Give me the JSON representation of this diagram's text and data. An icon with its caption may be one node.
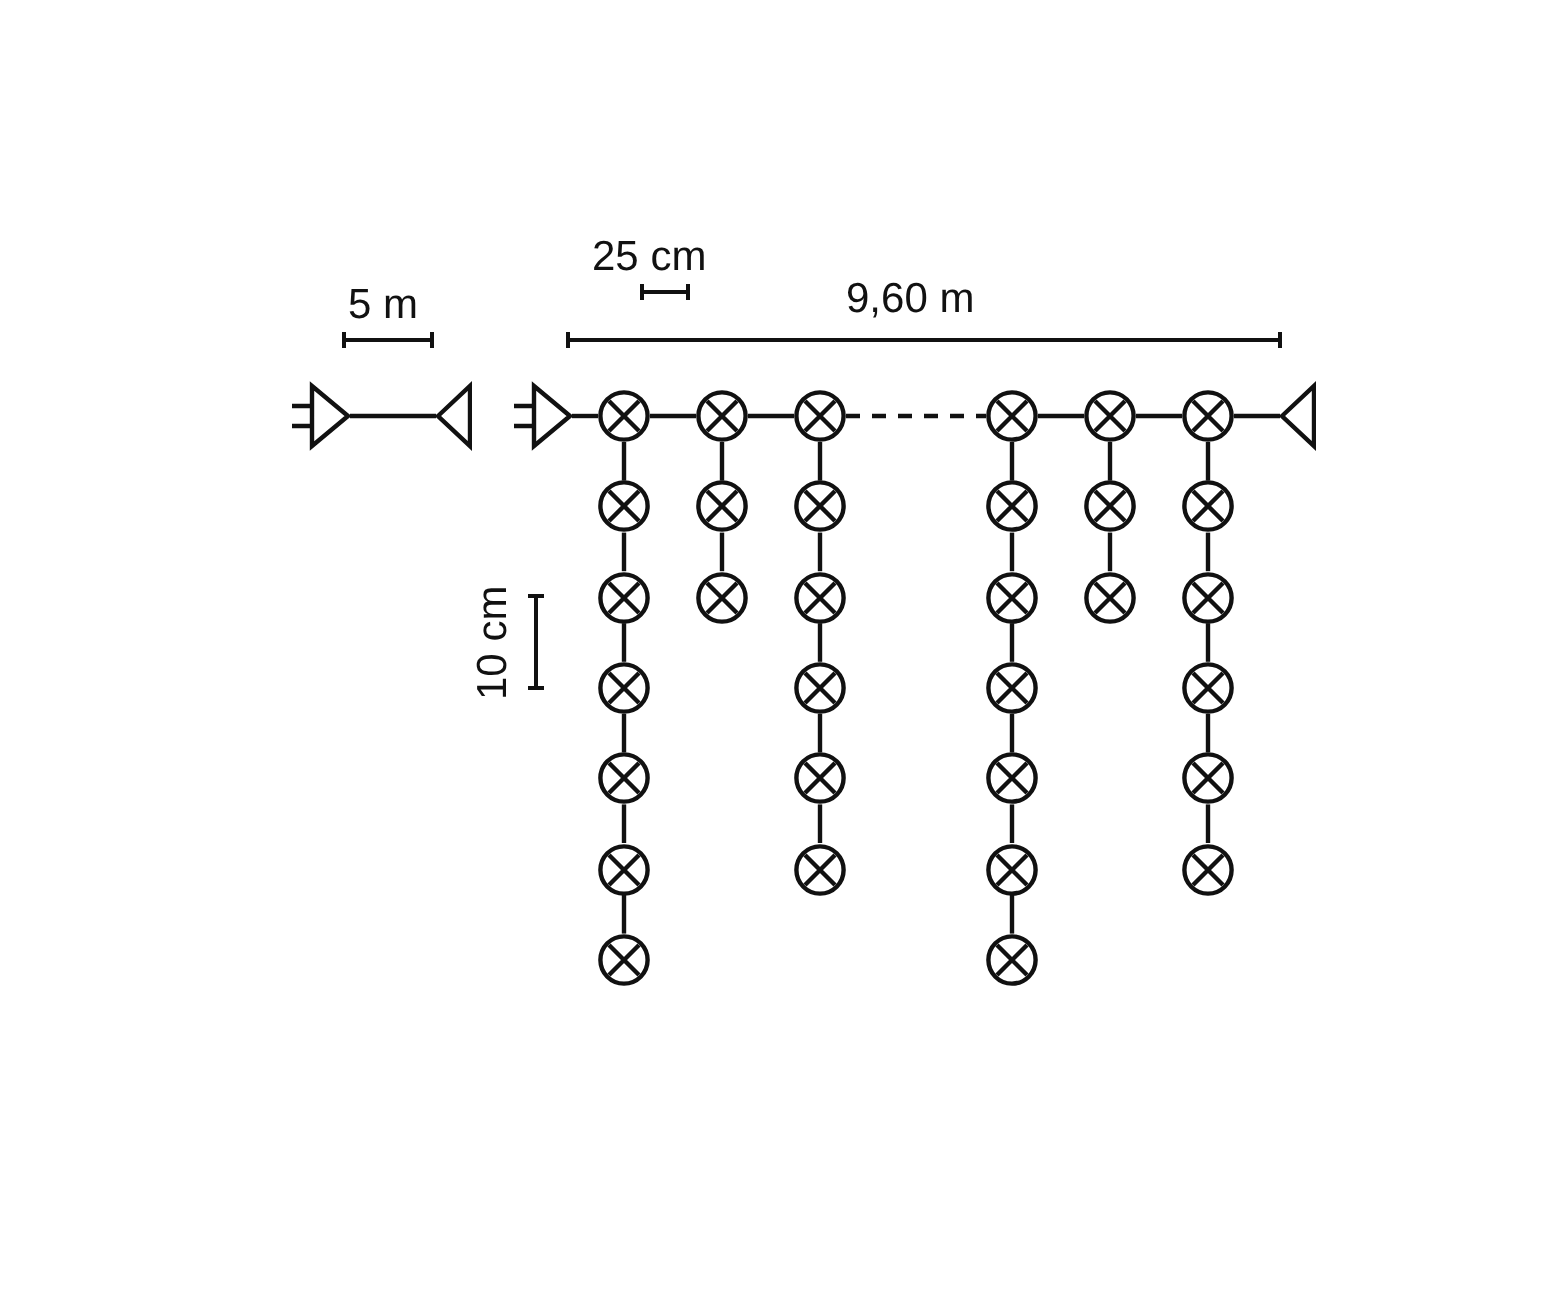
{
  "diagram": {
    "nodes": [
      {
        "text": [],
        "shape": "plug"
      },
      {
        "text": [],
        "shape": "socket"
      },
      {
        "text": [],
        "shape": "plug"
      },
      {
        "text": [],
        "shape": "circle"
      },
      {
        "text": [],
        "shape": "circle"
      },
      {
        "text": [],
        "shape": "circle"
      },
      {
        "text": [],
        "shape": "circle"
      },
      {
        "text": [],
        "shape": "circle"
      },
      {
        "text": [],
        "shape": "circle"
      },
      {
        "text": [],
        "shape": "circle"
      },
      {
        "text": [],
        "shape": "circle"
      },
      {
        "text": [],
        "shape": "circle"
      },
      {
        "text": [],
        "shape": "circle"
      },
      {
        "text": [],
        "shape": "circle"
      },
      {
        "text": [],
        "shape": "circle"
      },
      {
        "text": [],
        "shape": "circle"
      },
      {
        "text": [],
        "shape": "circle"
      },
      {
        "text": [],
        "shape": "circle"
      },
      {
        "text": [],
        "shape": "circle"
      },
      {
        "text": [],
        "shape": "circle"
      },
      {
        "text": [],
        "shape": "circle"
      },
      {
        "text": [],
        "shape": "circle"
      },
      {
        "text": [],
        "shape": "circle"
      },
      {
        "text": [],
        "shape": "circle"
      },
      {
        "text": [],
        "shape": "circle"
      },
      {
        "text": [],
        "shape": "circle"
      },
      {
        "text": [],
        "shape": "circle"
      },
      {
        "text": [],
        "shape": "circle"
      },
      {
        "text": [],
        "shape": "circle"
      },
      {
        "text": [],
        "shape": "circle"
      },
      {
        "text": [],
        "shape": "circle"
      },
      {
        "text": [],
        "shape": "circle"
      },
      {
        "text": [],
        "shape": "circle"
      },
      {
        "text": [],
        "shape": "circle"
      },
      {
        "text": [],
        "shape": "circle"
      },
      {
        "text": [],
        "shape": "socket"
      }
    ],
    "edges": [
      {
        "from": 0,
        "to": 1,
        "arrow": "none"
      },
      {
        "from": 2,
        "to": 3,
        "arrow": "none"
      },
      {
        "from": 3,
        "to": 10,
        "arrow": "none"
      },
      {
        "from": 10,
        "to": 13,
        "arrow": "none"
      },
      {
        "from": 13,
        "to": 19,
        "arrow": "none",
        "style": "dashed"
      },
      {
        "from": 19,
        "to": 26,
        "arrow": "none"
      },
      {
        "from": 26,
        "to": 29,
        "arrow": "none"
      },
      {
        "from": 29,
        "to": 35,
        "arrow": "none"
      },
      {
        "from": 3,
        "to": 4,
        "arrow": "none"
      },
      {
        "from": 4,
        "to": 5,
        "arrow": "none"
      },
      {
        "from": 5,
        "to": 6,
        "arrow": "none"
      },
      {
        "from": 6,
        "to": 7,
        "arrow": "none"
      },
      {
        "from": 7,
        "to": 8,
        "arrow": "none"
      },
      {
        "from": 8,
        "to": 9,
        "arrow": "none"
      },
      {
        "from": 10,
        "to": 11,
        "arrow": "none"
      },
      {
        "from": 11,
        "to": 12,
        "arrow": "none"
      },
      {
        "from": 13,
        "to": 14,
        "arrow": "none"
      },
      {
        "from": 14,
        "to": 15,
        "arrow": "none"
      },
      {
        "from": 15,
        "to": 16,
        "arrow": "none"
      },
      {
        "from": 16,
        "to": 17,
        "arrow": "none"
      },
      {
        "from": 17,
        "to": 18,
        "arrow": "none"
      },
      {
        "from": 19,
        "to": 20,
        "arrow": "none"
      },
      {
        "from": 20,
        "to": 21,
        "arrow": "none"
      },
      {
        "from": 21,
        "to": 22,
        "arrow": "none"
      },
      {
        "from": 22,
        "to": 23,
        "arrow": "none"
      },
      {
        "from": 23,
        "to": 24,
        "arrow": "none"
      },
      {
        "from": 24,
        "to": 25,
        "arrow": "none"
      },
      {
        "from": 26,
        "to": 27,
        "arrow": "none"
      },
      {
        "from": 27,
        "to": 28,
        "arrow": "none"
      },
      {
        "from": 29,
        "to": 30,
        "arrow": "none"
      },
      {
        "from": 30,
        "to": 31,
        "arrow": "none"
      },
      {
        "from": 31,
        "to": 32,
        "arrow": "none"
      },
      {
        "from": 32,
        "to": 33,
        "arrow": "none"
      },
      {
        "from": 33,
        "to": 34,
        "arrow": "none"
      }
    ],
    "labels": [
      "25 cm",
      "5 m",
      "9,60 m",
      "10 cm"
    ]
  }
}
